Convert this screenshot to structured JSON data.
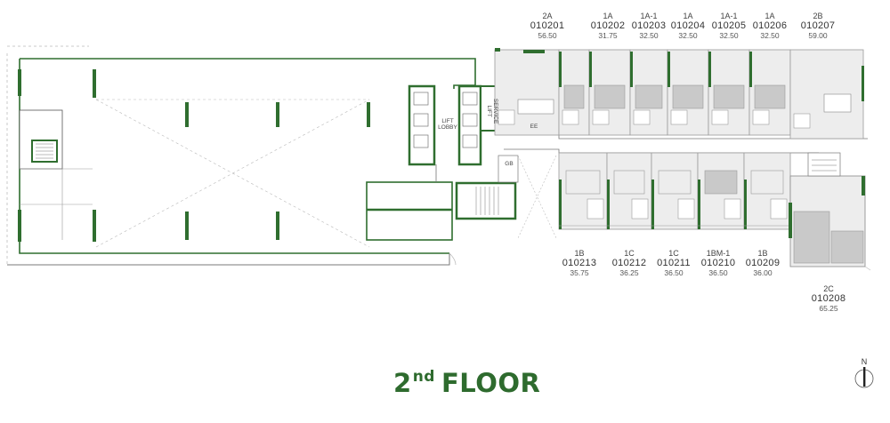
{
  "title": {
    "floor_number": "2",
    "floor_suffix": "nd",
    "floor_word": "FLOOR"
  },
  "compass": {
    "label": "N"
  },
  "plan_labels": {
    "lift_lobby": [
      "LIFT",
      "LOBBY"
    ],
    "service_lift": "SERVICE LIFT",
    "ee": "EE",
    "gb": "GB"
  },
  "units_top": [
    {
      "type": "2A",
      "code": "010201",
      "area": "56.50"
    },
    {
      "type": "1A",
      "code": "010202",
      "area": "31.75"
    },
    {
      "type": "1A-1",
      "code": "010203",
      "area": "32.50"
    },
    {
      "type": "1A",
      "code": "010204",
      "area": "32.50"
    },
    {
      "type": "1A-1",
      "code": "010205",
      "area": "32.50"
    },
    {
      "type": "1A",
      "code": "010206",
      "area": "32.50"
    },
    {
      "type": "2B",
      "code": "010207",
      "area": "59.00"
    }
  ],
  "units_bottom": [
    {
      "type": "1B",
      "code": "010213",
      "area": "35.75"
    },
    {
      "type": "1C",
      "code": "010212",
      "area": "36.25"
    },
    {
      "type": "1C",
      "code": "010211",
      "area": "36.50"
    },
    {
      "type": "1BM-1",
      "code": "010210",
      "area": "36.50"
    },
    {
      "type": "1B",
      "code": "010209",
      "area": "36.00"
    }
  ],
  "unit_corner": {
    "type": "2C",
    "code": "010208",
    "area": "65.25"
  },
  "colors": {
    "accent_green": "#2e6b2e",
    "wall": "#2f6e2f",
    "unit_fill": "#ededed",
    "bed_fill": "#c9c9c9",
    "line": "#9a9a9a"
  }
}
